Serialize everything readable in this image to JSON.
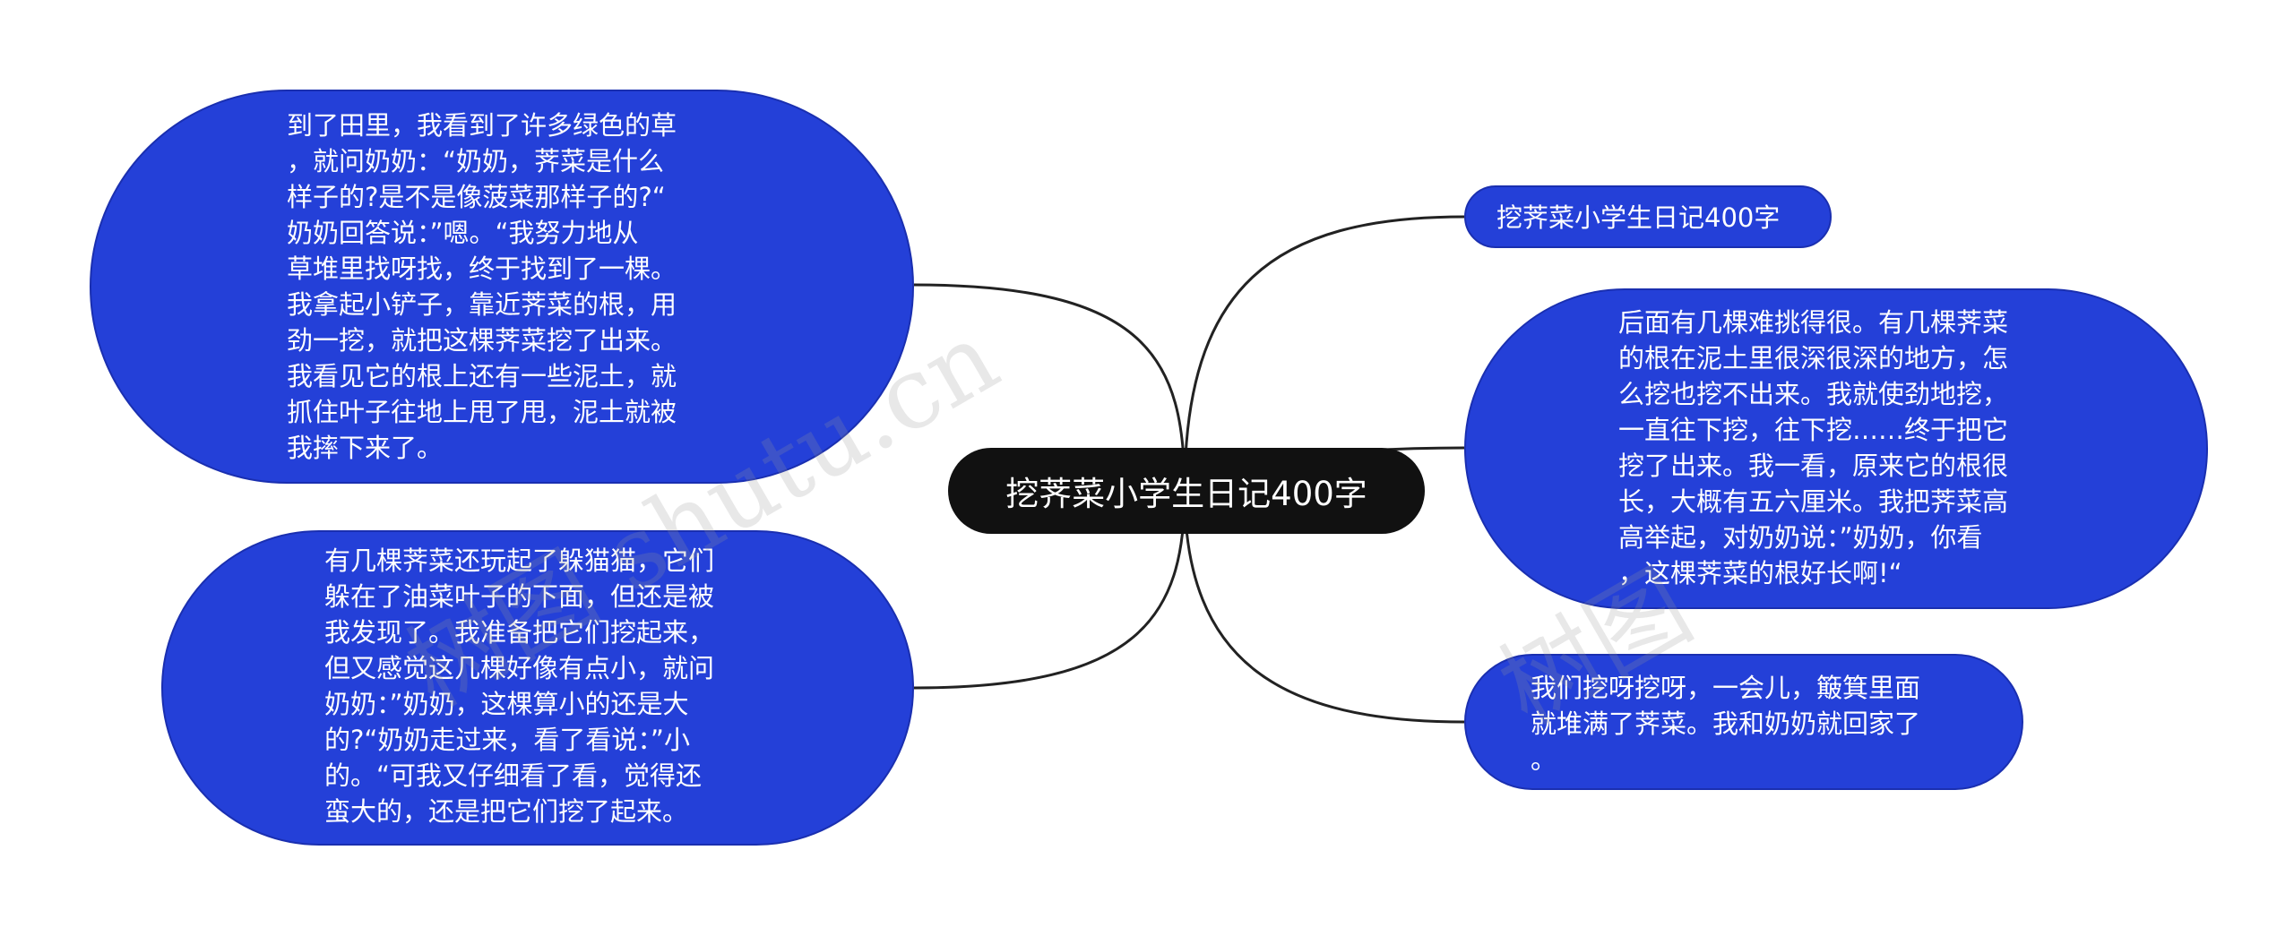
{
  "diagram": {
    "type": "mind-map",
    "center": {
      "label": "挖荠菜小学生日记400字"
    },
    "nodes": [
      {
        "id": "left-top",
        "lines": [
          "到了田里，我看到了许多绿色的草",
          "，就问奶奶：“奶奶，荠菜是什么",
          "样子的?是不是像菠菜那样子的?“",
          "奶奶回答说：”嗯。“我努力地从",
          "草堆里找呀找，终于找到了一棵。",
          "我拿起小铲子，靠近荠菜的根，用",
          "劲一挖，就把这棵荠菜挖了出来。",
          "我看见它的根上还有一些泥土，就",
          "抓住叶子往地上甩了甩，泥土就被",
          "我摔下来了。"
        ]
      },
      {
        "id": "left-bottom",
        "lines": [
          "有几棵荠菜还玩起了躲猫猫，它们",
          "躲在了油菜叶子的下面，但还是被",
          "我发现了。我准备把它们挖起来，",
          "但又感觉这几棵好像有点小，就问",
          "奶奶：”奶奶，这棵算小的还是大",
          "的?“奶奶走过来，看了看说：”小",
          "的。“可我又仔细看了看，觉得还",
          "蛮大的，还是把它们挖了起来。"
        ]
      },
      {
        "id": "right-title",
        "lines": [
          "挖荠菜小学生日记400字"
        ]
      },
      {
        "id": "right-middle",
        "lines": [
          "后面有几棵难挑得很。有几棵荠菜",
          "的根在泥土里很深很深的地方，怎",
          "么挖也挖不出来。我就使劲地挖，",
          "一直往下挖，往下挖……终于把它",
          "挖了出来。我一看，原来它的根很",
          "长，大概有五六厘米。我把荠菜高",
          "高举起，对奶奶说：”奶奶，你看",
          "，这棵荠菜的根好长啊!“"
        ]
      },
      {
        "id": "right-bottom",
        "lines": [
          "我们挖呀挖呀，一会儿，簸箕里面",
          "就堆满了荠菜。我和奶奶就回家了",
          "。"
        ]
      }
    ],
    "watermarks": [
      "树图 shutu.cn",
      "树图"
    ],
    "colors": {
      "node_fill": "#2440d8",
      "center_fill": "#111111",
      "text": "#ffffff",
      "connector": "#222222"
    }
  }
}
